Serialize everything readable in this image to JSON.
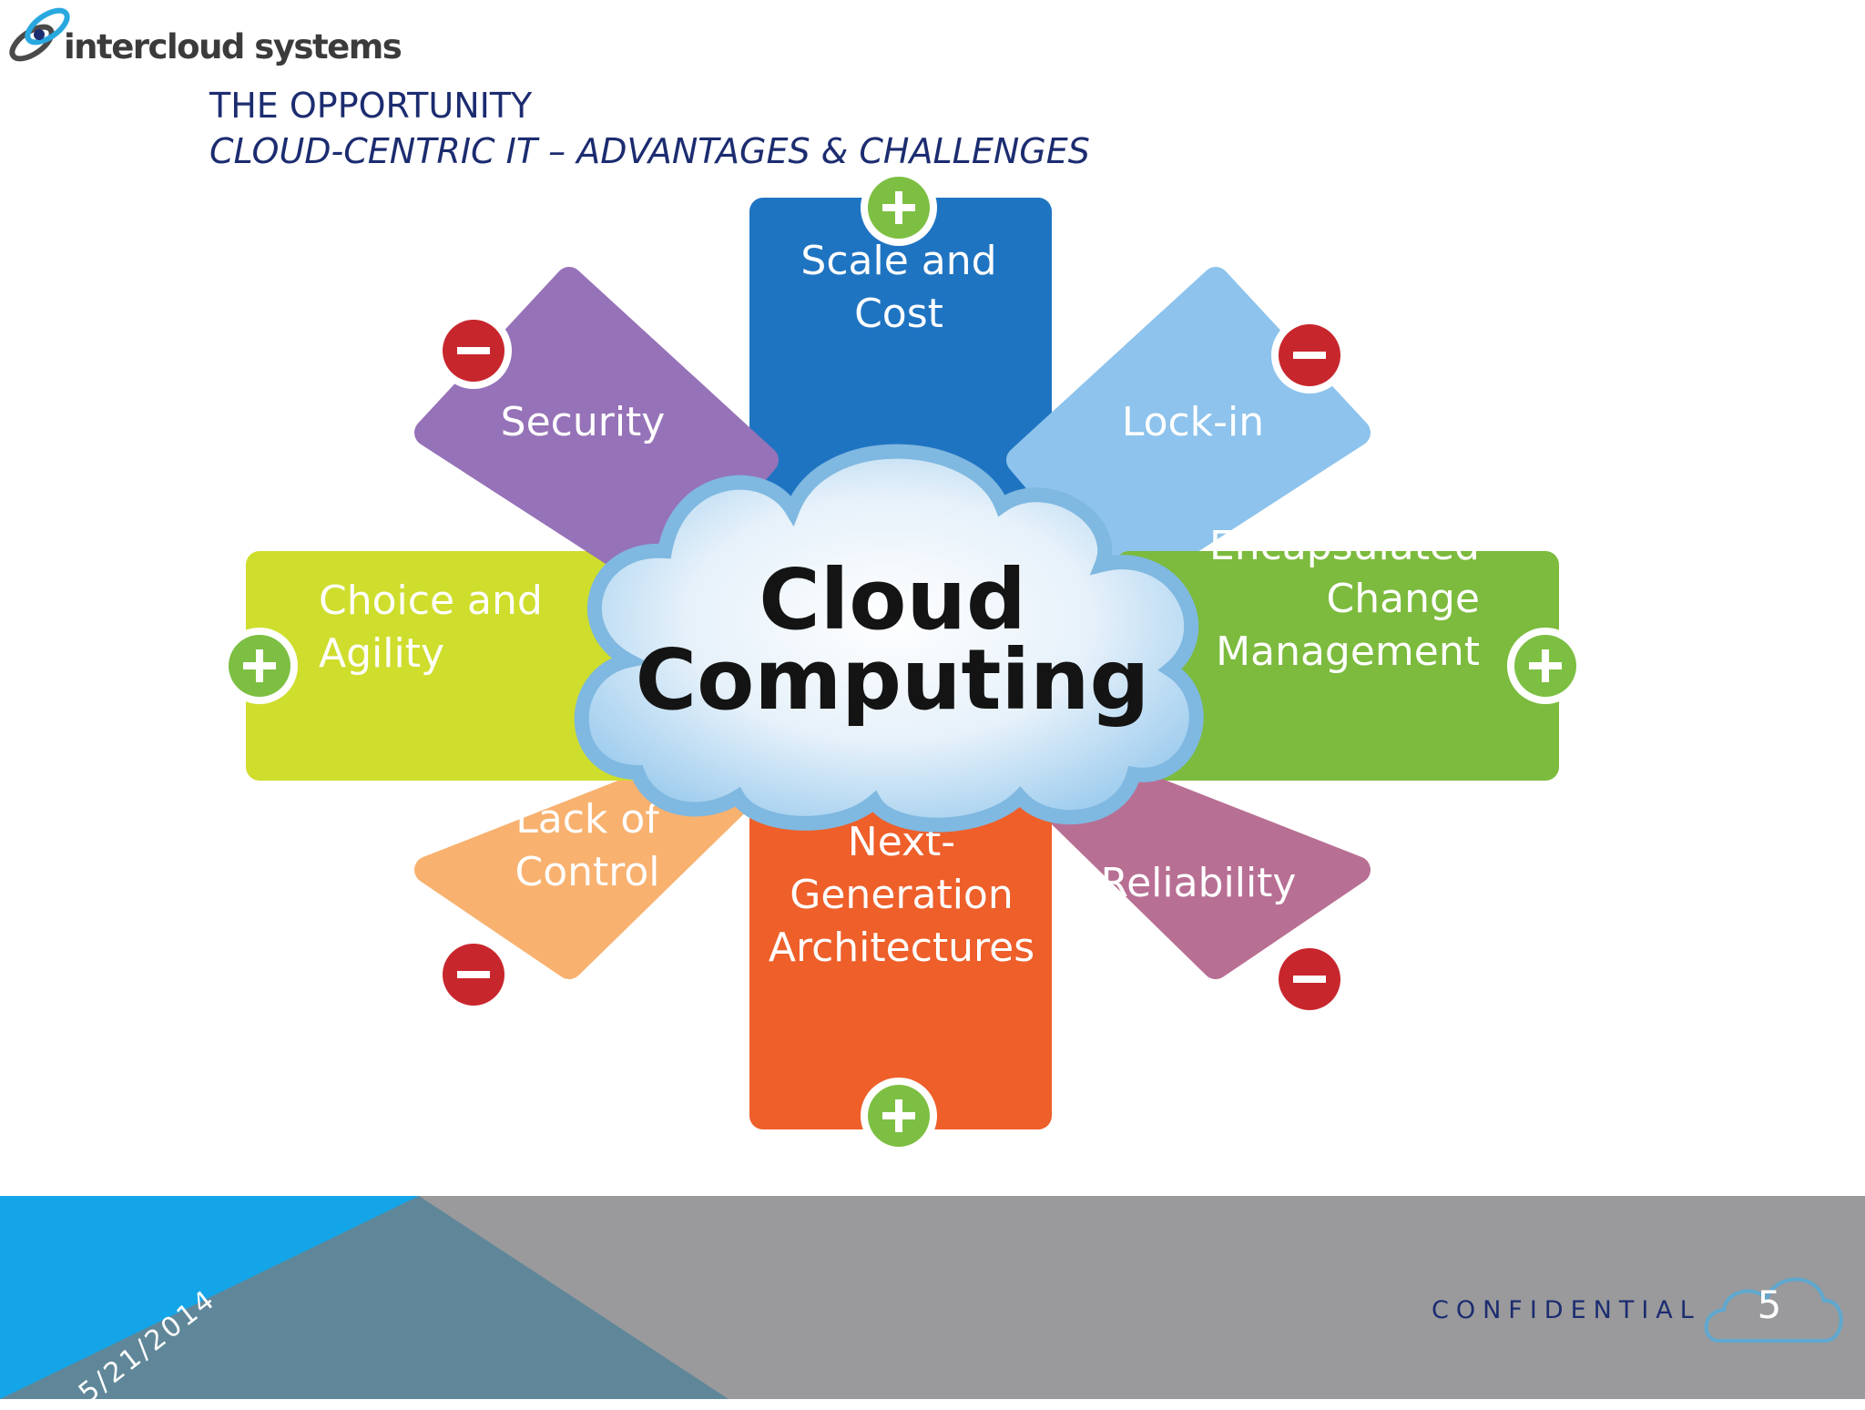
{
  "header": {
    "logo_text": "intercloud systems",
    "title": "THE OPPORTUNITY",
    "subtitle": "CLOUD-CENTRIC IT – ADVANTAGES & CHALLENGES"
  },
  "diagram": {
    "center": {
      "line1": "Cloud",
      "line2": "Computing"
    },
    "petals": [
      {
        "id": "scale",
        "lines": [
          "Scale and",
          "Cost"
        ],
        "sign": "+",
        "color": "#1f74c2"
      },
      {
        "id": "lockin",
        "lines": [
          "Lock-in"
        ],
        "sign": "−",
        "color": "#8dc3ec"
      },
      {
        "id": "encapsulated",
        "lines": [
          "Encapsulated",
          "Change",
          "Management"
        ],
        "sign": "+",
        "color": "#7cbb3d"
      },
      {
        "id": "reliability",
        "lines": [
          "Reliability"
        ],
        "sign": "−",
        "color": "#b86f94"
      },
      {
        "id": "nextgen",
        "lines": [
          "Next-",
          "Generation",
          "Architectures"
        ],
        "sign": "+",
        "color": "#ee5f2a"
      },
      {
        "id": "lackcontrol",
        "lines": [
          "Lack of",
          "Control"
        ],
        "sign": "−",
        "color": "#f8b16f"
      },
      {
        "id": "choice",
        "lines": [
          "Choice and",
          "Agility"
        ],
        "sign": "+",
        "color": "#cfdd2d"
      },
      {
        "id": "security",
        "lines": [
          "Security"
        ],
        "sign": "−",
        "color": "#9672b8"
      }
    ],
    "plus_color": "#7dbf42",
    "minus_color": "#c8262d"
  },
  "footer": {
    "date": "5/21/2014",
    "confidential": "CONFIDENTIAL",
    "page_number": "5"
  }
}
